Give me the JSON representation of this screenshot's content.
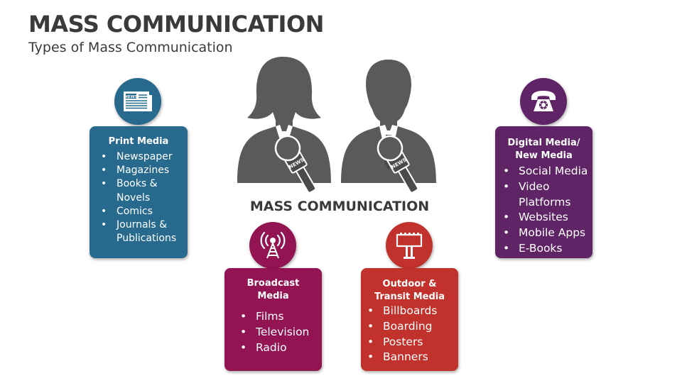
{
  "title": "MASS COMMUNICATION",
  "subtitle": "Types of Mass Communication",
  "center_label": "MASS COMMUNICATION",
  "colors": {
    "print": "#276a8e",
    "digital": "#5f2465",
    "broadcast": "#921452",
    "outdoor": "#c0322b",
    "silhouette": "#5a5a5a"
  },
  "mic_tag": "NEWS",
  "newspaper_masthead": "NEWS",
  "icons": {
    "print": "newspaper-icon",
    "digital": "telephone-icon",
    "broadcast": "broadcast-tower-icon",
    "outdoor": "billboard-icon",
    "presenters": "news-reporter-silhouette-icon"
  },
  "cards": {
    "print": {
      "title": "Print Media",
      "items": [
        "Newspaper",
        "Magazines",
        "Books & Novels",
        "Comics",
        "Journals & Publications"
      ]
    },
    "digital": {
      "title_line1": "Digital Media/",
      "title_line2": "New Media",
      "items": [
        "Social Media",
        "Video Platforms",
        "Websites",
        "Mobile Apps",
        "E-Books"
      ]
    },
    "broadcast": {
      "title_line1": "Broadcast",
      "title_line2": "Media",
      "items": [
        "Films",
        "Television",
        "Radio"
      ]
    },
    "outdoor": {
      "title_line1": "Outdoor &",
      "title_line2": "Transit Media",
      "items": [
        "Billboards",
        "Boarding",
        "Posters",
        "Banners"
      ]
    }
  }
}
